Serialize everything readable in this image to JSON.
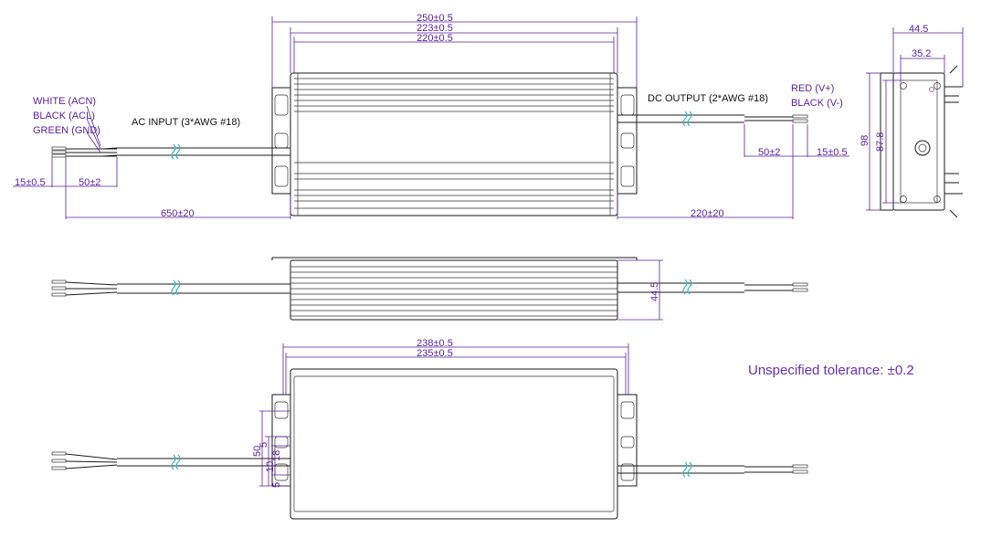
{
  "top_view": {
    "dim_overall": "250±0.5",
    "dim_mid": "223±0.5",
    "dim_inner": "220±0.5",
    "ac_input_label": "AC  INPUT (3*AWG #18)",
    "dc_output_label": "DC  OUTPUT (2*AWG #18)",
    "wire_white": "WHITE (ACN)",
    "wire_black_ac": "BLACK (ACL)",
    "wire_green": "GREEN (GND)",
    "wire_red": "RED (V+)",
    "wire_black_dc": "BLACK (V-)",
    "dim_strip_left": "15±0.5",
    "dim_jacket_left": "50±2",
    "dim_cable_left": "650±20",
    "dim_jacket_right": "50±2",
    "dim_strip_right": "15±0.5",
    "dim_cable_right": "220±20"
  },
  "end_view": {
    "dim_width_outer": "44.5",
    "dim_width_inner": "35.2",
    "dim_height_outer": "98",
    "dim_height_inner": "87.8"
  },
  "side_view": {
    "dim_height": "44.5"
  },
  "bottom_view": {
    "dim_outer": "238±0.5",
    "dim_inner": "235±0.5",
    "dim_50": "50",
    "dim_5a": "5",
    "dim_18": "18",
    "dim_10": "10",
    "dim_5b": "5"
  },
  "note": "Unspecified tolerance: ±0.2"
}
